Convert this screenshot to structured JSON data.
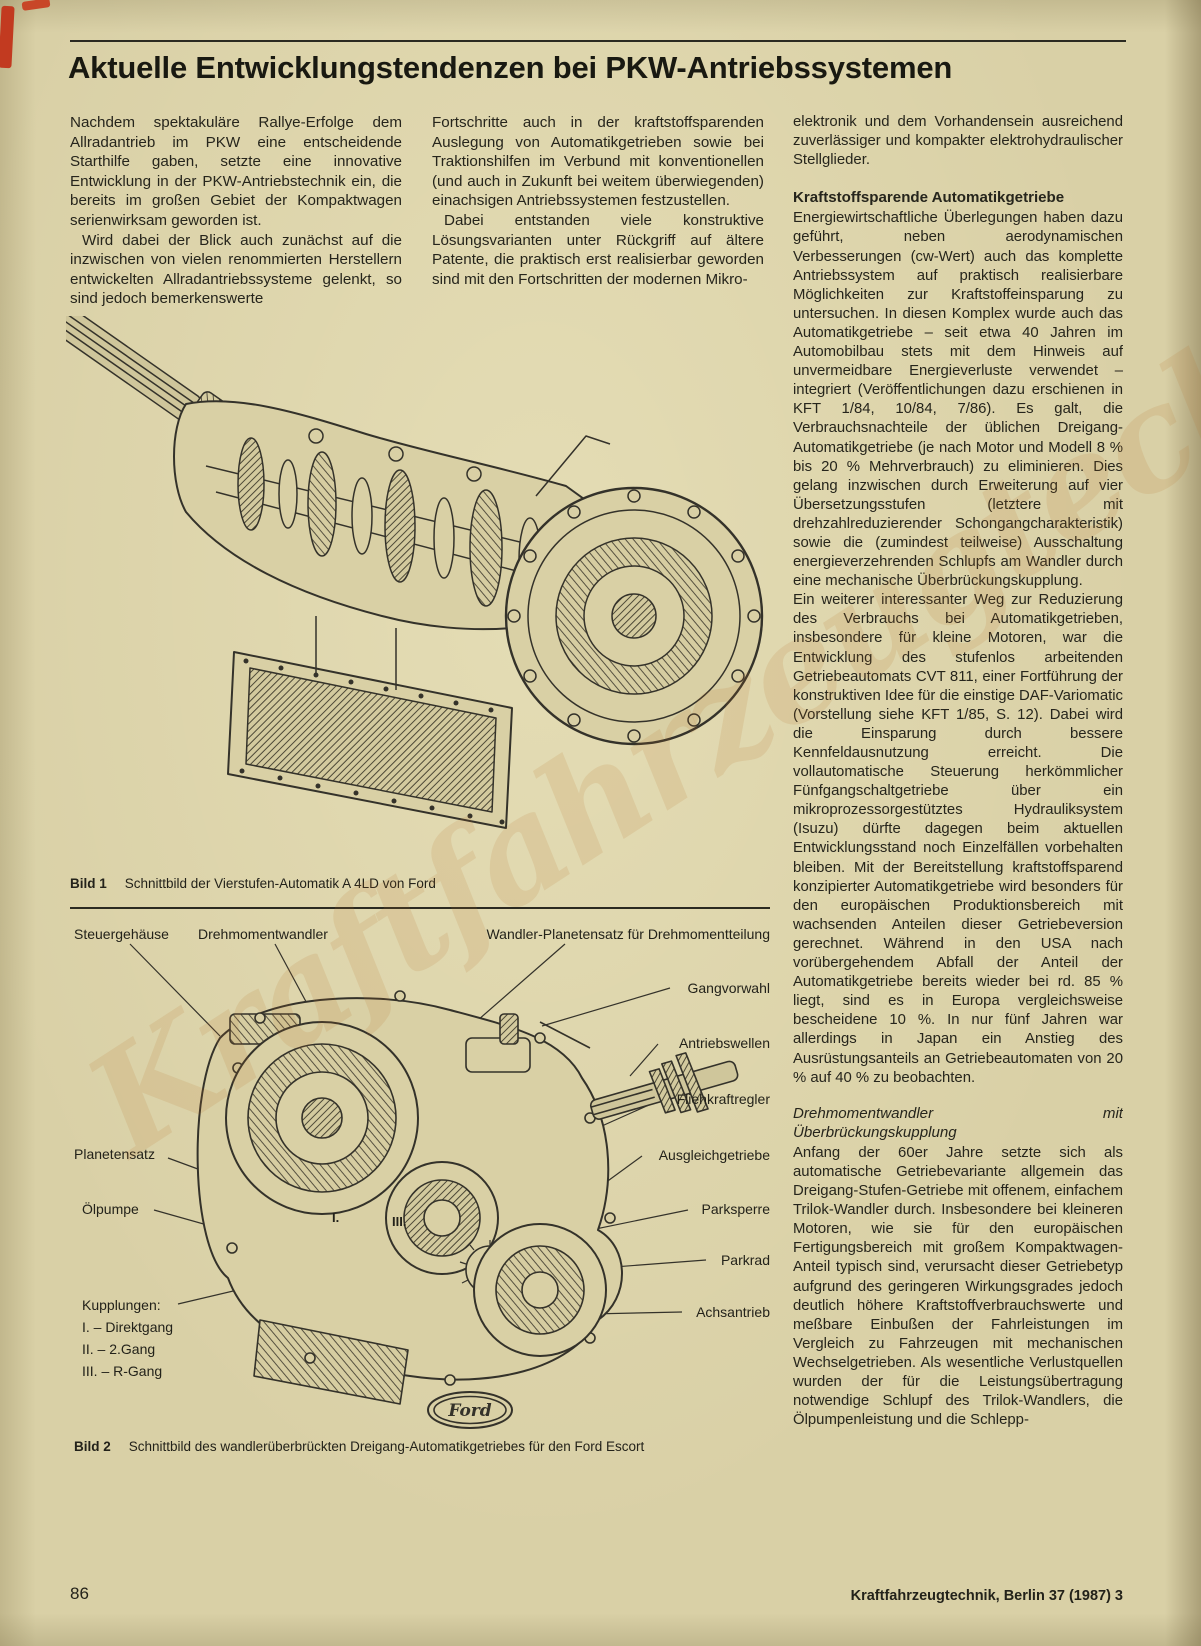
{
  "page": {
    "title": "Aktuelle Entwicklungstendenzen bei PKW-Antriebssystemen",
    "page_number": "86",
    "journal_footer": "Kraftfahrzeugtechnik, Berlin 37 (1987) 3",
    "watermark": "Kraftfahrzeugtechnik"
  },
  "colors": {
    "paper": "#d9d0a6",
    "ink": "#2b2a21",
    "scan_mark_red": "#c23a20"
  },
  "article": {
    "col1": [
      "Nachdem spektakuläre Rallye-Erfolge dem Allradantrieb im PKW eine entscheidende Starthilfe gaben, setzte eine innovative Entwicklung in der PKW-Antriebstechnik ein, die bereits im großen Gebiet der Kompaktwagen serienwirksam geworden ist.",
      "Wird dabei der Blick auch zunächst auf die inzwischen von vielen renommierten Herstellern entwickelten Allradantriebssysteme gelenkt, so sind jedoch bemerkenswerte"
    ],
    "col2": [
      "Fortschritte auch in der kraftstoffsparenden Auslegung von Automatikgetrieben sowie bei Traktionshilfen im Verbund mit konventionellen (und auch in Zukunft bei weitem überwiegenden) einachsigen Antriebssystemen festzustellen.",
      "Dabei entstanden viele konstruktive Lösungsvarianten unter Rückgriff auf ältere Patente, die praktisch erst realisierbar geworden sind mit den Fortschritten der modernen Mikro-"
    ],
    "col3": {
      "p1": "elektronik und dem Vorhandensein ausreichend zuverlässiger und kompakter elektrohydraulischer Stellglieder.",
      "h1": "Kraftstoffsparende Automatikgetriebe",
      "p2": "Energiewirtschaftliche Überlegungen haben dazu geführt, neben aerodynamischen Verbesserungen (cw-Wert) auch das komplette Antriebssystem auf praktisch realisierbare Möglichkeiten zur Kraftstoffeinsparung zu untersuchen. In diesen Komplex wurde auch das Automatikgetriebe – seit etwa 40 Jahren im Automobilbau stets mit dem Hinweis auf unvermeidbare Energieverluste verwendet – integriert (Veröffentlichungen dazu erschienen in KFT 1/84, 10/84, 7/86). Es galt, die Verbrauchsnachteile der üblichen Dreigang-Automatikgetriebe (je nach Motor und Modell 8 % bis 20 % Mehrverbrauch) zu eliminieren. Dies gelang inzwischen durch Erweiterung auf vier Übersetzungsstufen (letztere mit drehzahlreduzierender Schongangcharakteristik) sowie die (zumindest teilweise) Ausschaltung energieverzehrenden Schlupfs am Wandler durch eine mechanische Überbrückungskupplung.",
      "p3": "Ein weiterer interessanter Weg zur Reduzierung des Verbrauchs bei Automatikgetrieben, insbesondere für kleine Motoren, war die Entwicklung des stufenlos arbeitenden Getriebeautomats CVT 811, einer Fortführung der konstruktiven Idee für die einstige DAF-Variomatic (Vorstellung siehe KFT 1/85, S. 12). Dabei wird die Einsparung durch bessere Kennfeldausnutzung erreicht. Die vollautomatische Steuerung herkömmlicher Fünfgangschaltgetriebe über ein mikroprozessorgestütztes Hydrauliksystem (Isuzu) dürfte dagegen beim aktuellen Entwicklungsstand noch Einzelfällen vorbehalten bleiben. Mit der Bereitstellung kraftstoffsparend konzipierter Automatikgetriebe wird besonders für den europäischen Produktionsbereich mit wachsenden Anteilen dieser Getriebeversion gerechnet. Während in den USA nach vorübergehendem Abfall der Anteil der Automatikgetriebe bereits wieder bei rd. 85 % liegt, sind es in Europa vergleichsweise bescheidene 10 %. In nur fünf Jahren war allerdings in Japan ein Anstieg des Ausrüstungsanteils an Getriebeautomaten von 20 % auf 40 % zu beobachten.",
      "h2": "Drehmomentwandler mit Überbrückungskupplung",
      "p4": "Anfang der 60er Jahre setzte sich als automatische Getriebevariante allgemein das Dreigang-Stufen-Getriebe mit offenem, einfachem Trilok-Wandler durch. Insbesondere bei kleineren Motoren, wie sie für den europäischen Fertigungsbereich mit großem Kompaktwagen-Anteil typisch sind, verursacht dieser Getriebetyp aufgrund des geringeren Wirkungsgrades jedoch deutlich höhere Kraftstoffverbrauchswerte und meßbare Einbußen der Fahrleistungen im Vergleich zu Fahrzeugen mit mechanischen Wechselgetrieben. Als wesentliche Verlustquellen wurden der für die Leistungsübertragung notwendige Schlupf des Trilok-Wandlers, die Ölpumpenleistung und die Schlepp-"
    }
  },
  "figure1": {
    "caption_label": "Bild 1",
    "caption_text": "Schnittbild der Vierstufen-Automatik A 4LD von Ford"
  },
  "figure2": {
    "caption_label": "Bild 2",
    "caption_text": "Schnittbild des wandlerüberbrückten Dreigang-Automatikgetriebes für den Ford Escort",
    "ford_logo": "Ford",
    "labels": {
      "steuergehaeuse": "Steuergehäuse",
      "drehmomentwandler": "Drehmomentwandler",
      "wandler_planetensatz": "Wandler-Planetensatz für Drehmomentteilung",
      "gangvorwahl": "Gangvorwahl",
      "antriebswellen": "Antriebswellen",
      "fliehkraftregler": "Fliehkraftregler",
      "ausgleichgetriebe": "Ausgleichgetriebe",
      "parksperre": "Parksperre",
      "parkrad": "Parkrad",
      "achsantrieb": "Achsantrieb",
      "planetensatz": "Planetensatz",
      "oelpumpe": "Ölpumpe",
      "kupplungen_title": "Kupplungen:"
    },
    "legend": [
      "I.  – Direktgang",
      "II.  – 2.Gang",
      "III.  – R-Gang"
    ],
    "marks": [
      "I.",
      "III."
    ]
  }
}
